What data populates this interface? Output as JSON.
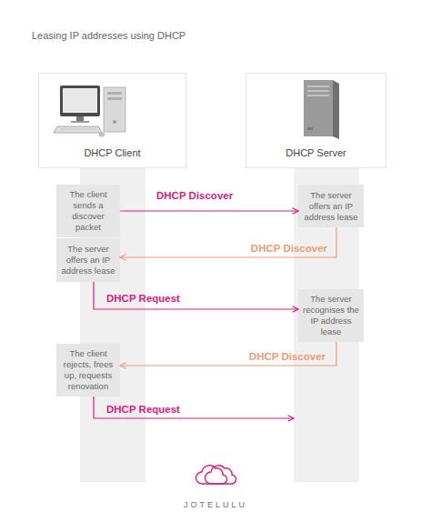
{
  "diagram": {
    "title": "Leasing IP addresses using DHCP",
    "nodes": [
      {
        "text": [
          "DHCP Client"
        ]
      },
      {
        "text": [
          "DHCP Server"
        ]
      },
      {
        "text": [
          "The client sends a discover packet"
        ],
        "in": 0
      },
      {
        "text": [
          "The server offers an IP address lease"
        ],
        "in": 1
      },
      {
        "text": [
          "The server offers an IP address lease"
        ],
        "in": 0
      },
      {
        "text": [
          "The server recognises the IP address lease"
        ],
        "in": 1
      },
      {
        "text": [
          "The client rejects, frees up, requests renovation"
        ],
        "in": 0
      }
    ],
    "edges": [
      {
        "from": 2,
        "to": 3,
        "label": "DHCP Discover",
        "arrow": "to"
      },
      {
        "from": 3,
        "to": 4,
        "label": "DHCP Discover",
        "arrow": "to"
      },
      {
        "from": 4,
        "to": 5,
        "label": "DHCP Request",
        "arrow": "to"
      },
      {
        "from": 5,
        "to": 6,
        "label": "DHCP Discover",
        "arrow": "to"
      },
      {
        "from": 6,
        "to": 1,
        "label": "DHCP Request",
        "arrow": "to"
      }
    ],
    "labels": [
      "JOTELULU"
    ]
  }
}
